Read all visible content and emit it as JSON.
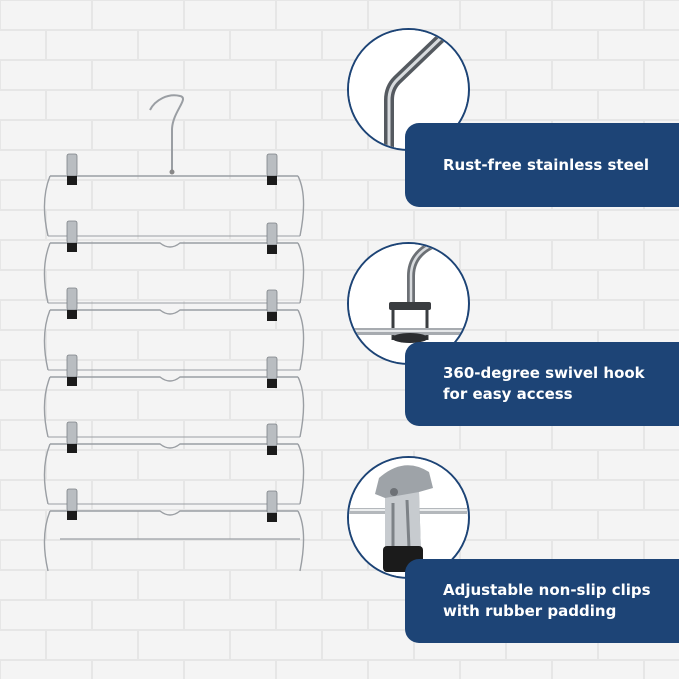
{
  "features": [
    {
      "id": "steel",
      "lines": [
        "Rust-free stainless steel"
      ]
    },
    {
      "id": "swivel",
      "lines": [
        "360-degree swivel hook",
        "for easy access"
      ]
    },
    {
      "id": "clips",
      "lines": [
        "Adjustable non-slip clips",
        "with rubber padding"
      ]
    }
  ],
  "colors": {
    "banner": "#1d4476",
    "wall": "#f4f4f4",
    "mortar": "#e6e6e6",
    "chrome": "#9a9ea3",
    "rubber": "#1b1b1b"
  },
  "icons": {
    "steel": "steel-wire-bend-icon",
    "swivel": "swivel-hook-icon",
    "clips": "metal-clip-icon"
  }
}
